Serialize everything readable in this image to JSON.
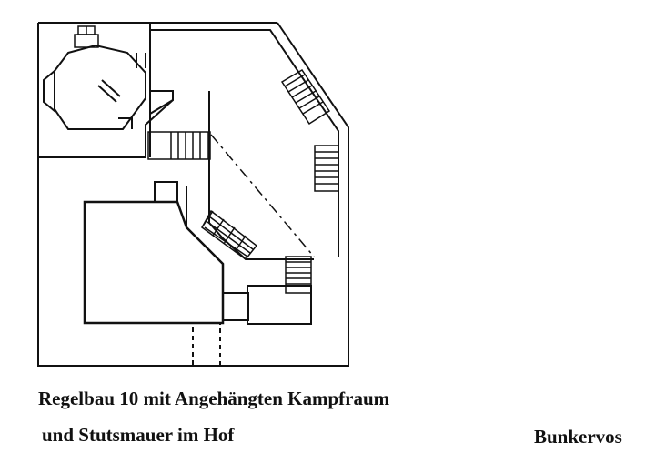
{
  "caption": {
    "line1": "Regelbau 10 mit Angehängten Kampfraum",
    "line2": "und Stutsmauer im Hof"
  },
  "credit": "Bunkervos",
  "colors": {
    "line": "#111111",
    "background": "#ffffff"
  }
}
